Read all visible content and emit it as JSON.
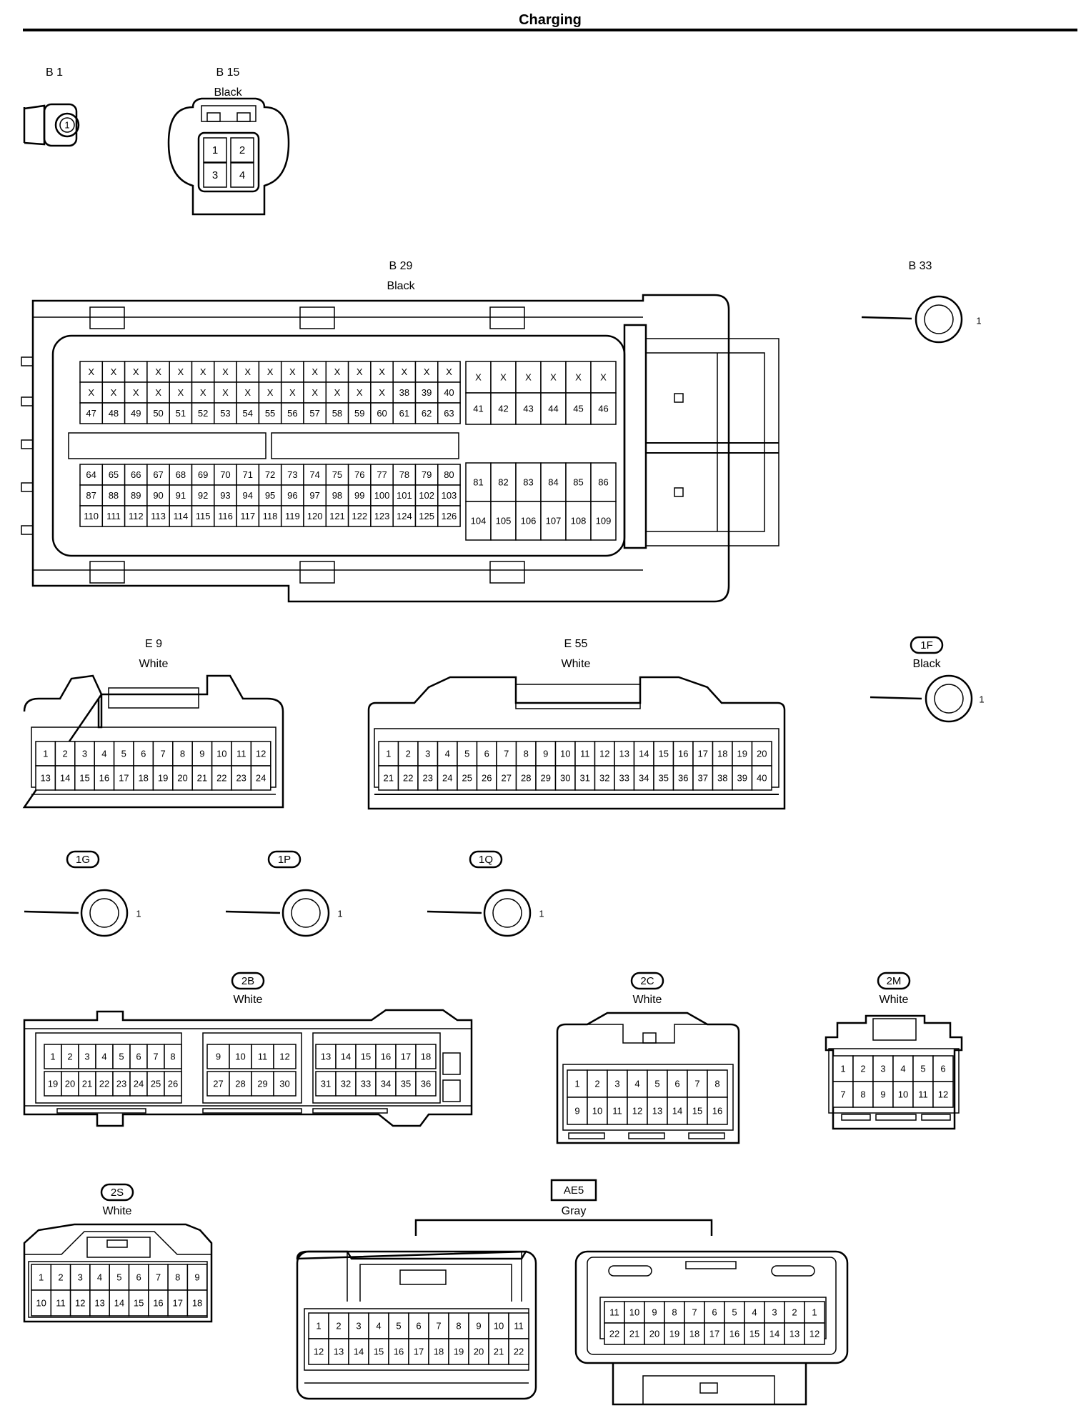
{
  "page_title": "Charging",
  "connectors": {
    "b1": {
      "code": "B 1",
      "pins": [
        "1"
      ]
    },
    "b15": {
      "code": "B 15",
      "color": "Black",
      "pins": [
        "1",
        "2",
        "3",
        "4"
      ]
    },
    "b29": {
      "code": "B 29",
      "color": "Black",
      "left_top": [
        [
          "X",
          "X",
          "X",
          "X",
          "X",
          "X",
          "X",
          "X",
          "X",
          "X",
          "X",
          "X",
          "X",
          "X",
          "X",
          "X",
          "X"
        ],
        [
          "X",
          "X",
          "X",
          "X",
          "X",
          "X",
          "X",
          "X",
          "X",
          "X",
          "X",
          "X",
          "X",
          "X",
          "38",
          "39",
          "40"
        ],
        [
          "47",
          "48",
          "49",
          "50",
          "51",
          "52",
          "53",
          "54",
          "55",
          "56",
          "57",
          "58",
          "59",
          "60",
          "61",
          "62",
          "63"
        ]
      ],
      "left_bottom": [
        [
          "64",
          "65",
          "66",
          "67",
          "68",
          "69",
          "70",
          "71",
          "72",
          "73",
          "74",
          "75",
          "76",
          "77",
          "78",
          "79",
          "80"
        ],
        [
          "87",
          "88",
          "89",
          "90",
          "91",
          "92",
          "93",
          "94",
          "95",
          "96",
          "97",
          "98",
          "99",
          "100",
          "101",
          "102",
          "103"
        ],
        [
          "110",
          "111",
          "112",
          "113",
          "114",
          "115",
          "116",
          "117",
          "118",
          "119",
          "120",
          "121",
          "122",
          "123",
          "124",
          "125",
          "126"
        ]
      ],
      "right_top": [
        [
          "X",
          "X",
          "X",
          "X",
          "X",
          "X"
        ],
        [
          "41",
          "42",
          "43",
          "44",
          "45",
          "46"
        ]
      ],
      "right_bottom": [
        [
          "81",
          "82",
          "83",
          "84",
          "85",
          "86"
        ],
        [
          "104",
          "105",
          "106",
          "107",
          "108",
          "109"
        ]
      ]
    },
    "b33": {
      "code": "B 33",
      "pin": "1"
    },
    "e9": {
      "code": "E 9",
      "color": "White",
      "rows": [
        [
          "1",
          "2",
          "3",
          "4",
          "5",
          "6",
          "7",
          "8",
          "9",
          "10",
          "11",
          "12"
        ],
        [
          "13",
          "14",
          "15",
          "16",
          "17",
          "18",
          "19",
          "20",
          "21",
          "22",
          "23",
          "24"
        ]
      ]
    },
    "e55": {
      "code": "E 55",
      "color": "White",
      "rows": [
        [
          "1",
          "2",
          "3",
          "4",
          "5",
          "6",
          "7",
          "8",
          "9",
          "10",
          "11",
          "12",
          "13",
          "14",
          "15",
          "16",
          "17",
          "18",
          "19",
          "20"
        ],
        [
          "21",
          "22",
          "23",
          "24",
          "25",
          "26",
          "27",
          "28",
          "29",
          "30",
          "31",
          "32",
          "33",
          "34",
          "35",
          "36",
          "37",
          "38",
          "39",
          "40"
        ]
      ]
    },
    "c1f": {
      "code": "1F",
      "color": "Black",
      "pin": "1"
    },
    "c1g": {
      "code": "1G",
      "pin": "1"
    },
    "c1p": {
      "code": "1P",
      "pin": "1"
    },
    "c1q": {
      "code": "1Q",
      "pin": "1"
    },
    "c2b": {
      "code": "2B",
      "color": "White",
      "group1_top": [
        "1",
        "2",
        "3",
        "4",
        "5",
        "6",
        "7",
        "8"
      ],
      "group1_bottom": [
        "19",
        "20",
        "21",
        "22",
        "23",
        "24",
        "25",
        "26"
      ],
      "group2_top": [
        "9",
        "10",
        "11",
        "12"
      ],
      "group2_bottom": [
        "27",
        "28",
        "29",
        "30"
      ],
      "group3_top": [
        "13",
        "14",
        "15",
        "16",
        "17",
        "18"
      ],
      "group3_bottom": [
        "31",
        "32",
        "33",
        "34",
        "35",
        "36"
      ]
    },
    "c2c": {
      "code": "2C",
      "color": "White",
      "rows": [
        [
          "1",
          "2",
          "3",
          "4",
          "5",
          "6",
          "7",
          "8"
        ],
        [
          "9",
          "10",
          "11",
          "12",
          "13",
          "14",
          "15",
          "16"
        ]
      ]
    },
    "c2m": {
      "code": "2M",
      "color": "White",
      "rows": [
        [
          "1",
          "2",
          "3",
          "4",
          "5",
          "6"
        ],
        [
          "7",
          "8",
          "9",
          "10",
          "11",
          "12"
        ]
      ]
    },
    "c2s": {
      "code": "2S",
      "color": "White",
      "rows": [
        [
          "1",
          "2",
          "3",
          "4",
          "5",
          "6",
          "7",
          "8",
          "9"
        ],
        [
          "10",
          "11",
          "12",
          "13",
          "14",
          "15",
          "16",
          "17",
          "18"
        ]
      ]
    },
    "ae5": {
      "code": "AE5",
      "color": "Gray",
      "left_rows": [
        [
          "1",
          "2",
          "3",
          "4",
          "5",
          "6",
          "7",
          "8",
          "9",
          "10",
          "11"
        ],
        [
          "12",
          "13",
          "14",
          "15",
          "16",
          "17",
          "18",
          "19",
          "20",
          "21",
          "22"
        ]
      ],
      "right_rows": [
        [
          "11",
          "10",
          "9",
          "8",
          "7",
          "6",
          "5",
          "4",
          "3",
          "2",
          "1"
        ],
        [
          "22",
          "21",
          "20",
          "19",
          "18",
          "17",
          "16",
          "15",
          "14",
          "13",
          "12"
        ]
      ]
    }
  }
}
